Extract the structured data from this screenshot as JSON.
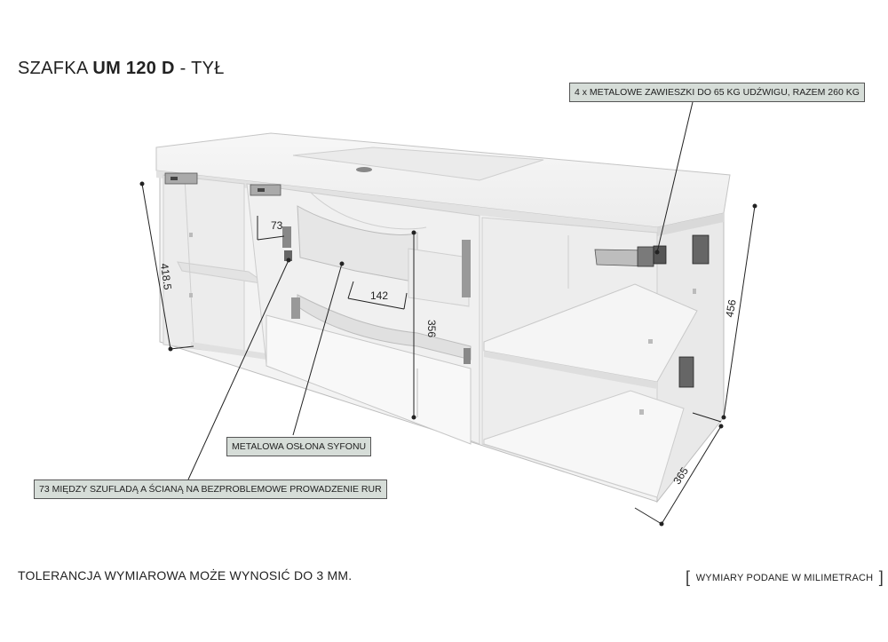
{
  "title": {
    "prefix": "SZAFKA ",
    "model": "UM 120 D",
    "suffix": " - TYŁ"
  },
  "callouts": {
    "hangers": "4 x METALOWE ZAWIESZKI DO 65 KG UDŹWIGU, RAZEM 260 KG",
    "siphon": "METALOWA OSŁONA SYFONU",
    "gap": "73 MIĘDZY SZUFLADĄ A ŚCIANĄ NA BEZPROBLEMOWE PROWADZENIE RUR"
  },
  "dimensions": {
    "left_height": "418.5",
    "drawer_gap": "73",
    "siphon_depth": "142",
    "drawer_height": "356",
    "right_height": "456",
    "depth": "365"
  },
  "footer": {
    "tolerance": "TOLERANCJA WYMIAROWA MOŻE WYNOSIĆ DO 3 MM.",
    "units": "WYMIARY PODANE W MILIMETRACH",
    "bracket_open": "[",
    "bracket_close": "]"
  },
  "colors": {
    "callout_bg": "#d6ddd8",
    "cabinet": "#f4f4f4",
    "line": "#222222"
  }
}
